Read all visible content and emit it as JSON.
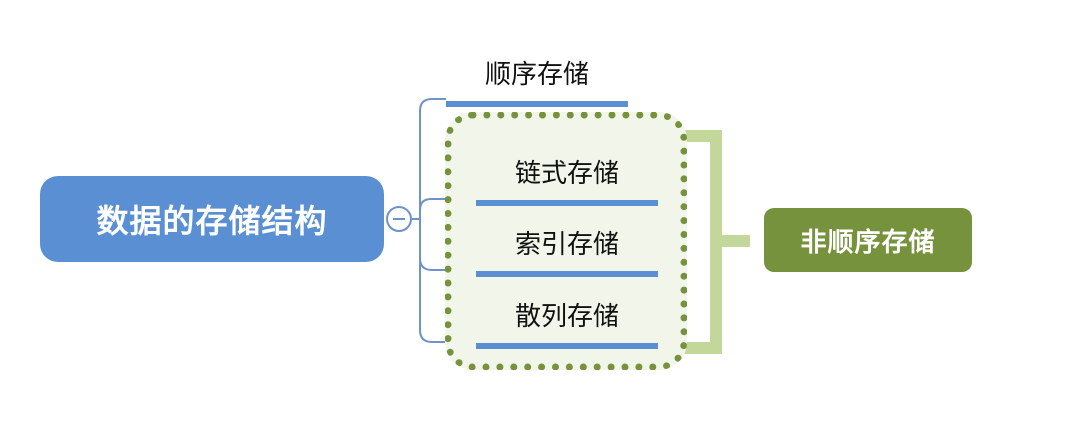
{
  "root": {
    "label": "数据的存储结构"
  },
  "branches": [
    {
      "label": "顺序存储"
    },
    {
      "label": "链式存储"
    },
    {
      "label": "索引存储"
    },
    {
      "label": "散列存储"
    }
  ],
  "group": {
    "label": "非顺序存储"
  },
  "colors": {
    "root": "#5b8fd4",
    "connector": "#6f92c8",
    "group_border": "#76923c",
    "group_fill": "#f1f5ea",
    "bracket": "#c4d79b",
    "tag": "#76923c"
  }
}
